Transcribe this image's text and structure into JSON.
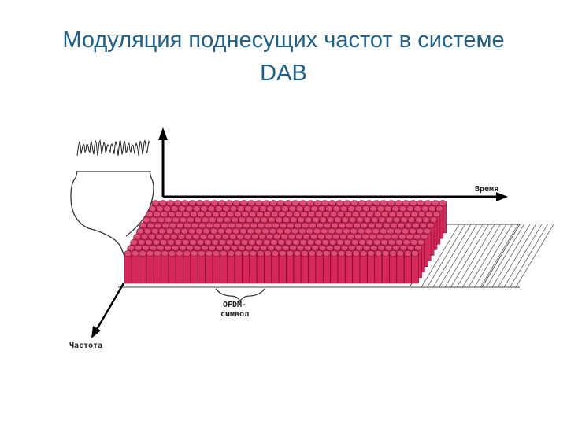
{
  "slide": {
    "title_line1": "Модуляция поднесущих частот в системе",
    "title_line2": "DAB"
  },
  "diagram": {
    "axis_time_label": "Время",
    "axis_frequency_label": "Частота",
    "symbol_label_line1": "OFDM-",
    "symbol_label_line2": "символ",
    "colors": {
      "carrier_fill": "#d8285a",
      "carrier_top": "#e04c78",
      "carrier_edge": "#7a1030",
      "axis": "#000000",
      "hatch": "#666666"
    }
  }
}
